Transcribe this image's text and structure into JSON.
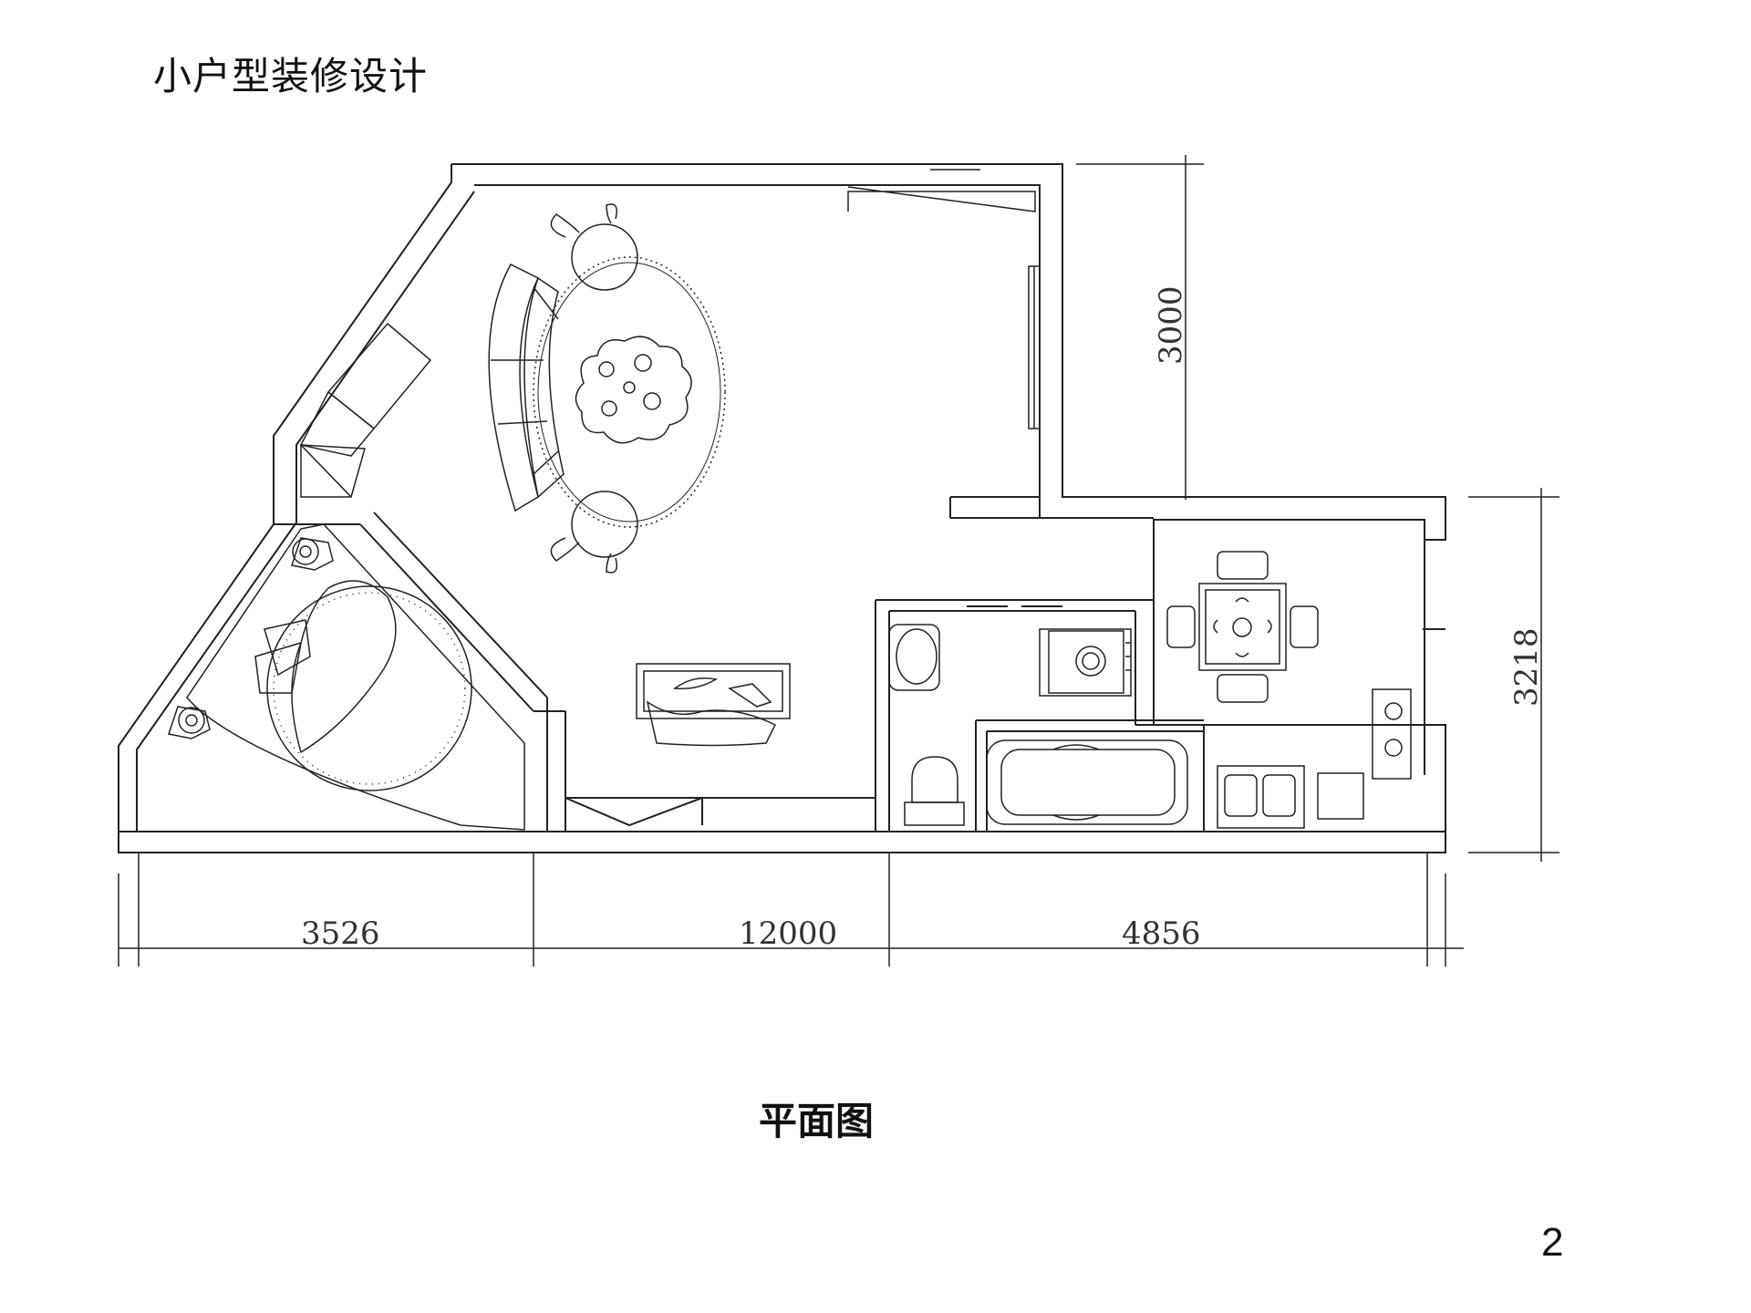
{
  "header": {
    "title": "小户型装修设计"
  },
  "drawing": {
    "caption": "平面图",
    "dimensions": {
      "bottom_left": "3526",
      "bottom_total": "12000",
      "bottom_right": "4856",
      "right_upper": "3000",
      "right_lower": "3218"
    }
  },
  "footer": {
    "page_number": "2"
  }
}
